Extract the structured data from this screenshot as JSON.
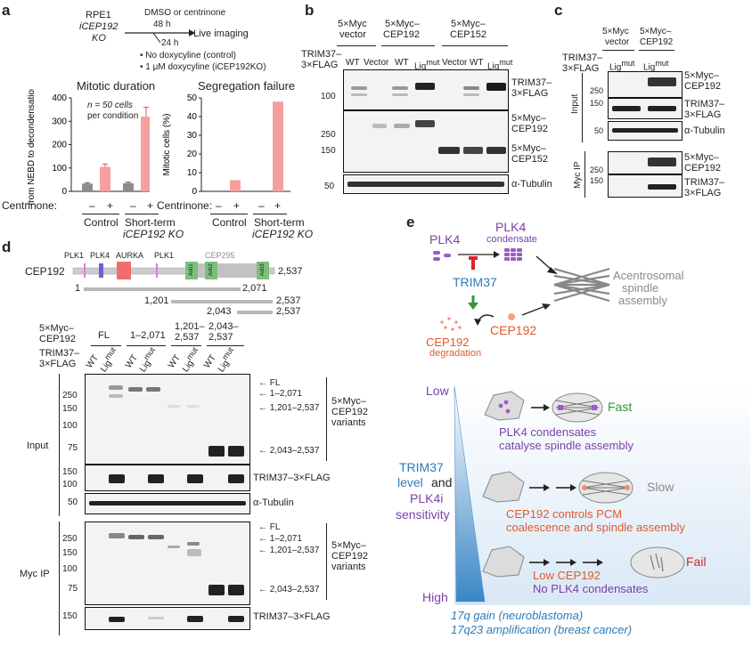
{
  "panel_a": {
    "label": "a",
    "cell_line": [
      "RPE1",
      "iCEP192",
      "KO"
    ],
    "treatment": "DMSO or centrinone",
    "time_48": "48 h",
    "time_24": "24 h",
    "live": "Live imaging",
    "bullet1": "• No doxycyline (control)",
    "bullet2": "• 1 μM doxycyline (iCEP192KO)",
    "chart1_title": "Mitotic duration",
    "chart2_title": "Segregation failure",
    "chart1_ylabel": "Time from NEBD to decondensation (min)",
    "chart2_ylabel": "Mitotic cells (%)",
    "n_note": [
      "n = 50 cells",
      "per condition"
    ],
    "centrinone": "Centrinone:",
    "signs": [
      "–",
      "+",
      "–",
      "+"
    ],
    "group1": "Control",
    "group2a": "Short-term",
    "group2b": "iCEP192 KO"
  },
  "chart_data": [
    {
      "type": "bar",
      "title": "Mitotic duration",
      "ylabel": "Time from NEBD to decondensation (min)",
      "categories": [
        "Control –",
        "Control +",
        "Short-term iCEP192 KO –",
        "Short-term iCEP192 KO +"
      ],
      "values": [
        33,
        105,
        35,
        320
      ],
      "errors": [
        4,
        12,
        4,
        40
      ],
      "colors": [
        "#8c8c8c",
        "#f5a0a0",
        "#8c8c8c",
        "#f5a0a0"
      ],
      "ylim": [
        0,
        400
      ],
      "yticks": [
        0,
        100,
        200,
        300,
        400
      ]
    },
    {
      "type": "bar",
      "title": "Segregation failure",
      "ylabel": "Mitotic cells (%)",
      "categories": [
        "Control –",
        "Control +",
        "Short-term iCEP192 KO –",
        "Short-term iCEP192 KO +"
      ],
      "values": [
        0,
        6,
        0,
        48
      ],
      "colors": [
        "#8c8c8c",
        "#f5a0a0",
        "#8c8c8c",
        "#f5a0a0"
      ],
      "ylim": [
        0,
        50
      ],
      "yticks": [
        0,
        10,
        20,
        30,
        40,
        50
      ]
    }
  ],
  "panel_b": {
    "label": "b",
    "groups": [
      [
        "5×Myc",
        "vector"
      ],
      [
        "5×Myc–",
        "CEP192"
      ],
      [
        "5×Myc–",
        "CEP152"
      ]
    ],
    "trim_label": [
      "TRIM37–",
      "3×FLAG"
    ],
    "lanes": [
      "WT",
      "Vector",
      "WT",
      "Lig",
      "Vector",
      "WT",
      "Lig"
    ],
    "mut": "mut",
    "mw": [
      "100",
      "250",
      "150",
      "50"
    ],
    "right": [
      "TRIM37–",
      "3×FLAG",
      "5×Myc–",
      "CEP192",
      "5×Myc–",
      "CEP152",
      "α-Tubulin"
    ]
  },
  "panel_c": {
    "label": "c",
    "groups": [
      [
        "5×Myc",
        "vector"
      ],
      [
        "5×Myc–",
        "CEP192"
      ]
    ],
    "trim_label": [
      "TRIM37–",
      "3×FLAG"
    ],
    "lane": "Lig",
    "mut": "mut",
    "input": "Input",
    "myc_ip": "Myc IP",
    "mw": [
      "250",
      "150",
      "50",
      "250",
      "150"
    ],
    "right": [
      "5×Myc–",
      "CEP192",
      "TRIM37–",
      "3×FLAG",
      "α-Tubulin",
      "5×Myc–",
      "CEP192",
      "TRIM37–",
      "3×FLAG"
    ]
  },
  "panel_d": {
    "label": "d",
    "protein": "CEP192",
    "domains": [
      "PLK1",
      "PLK4",
      "AURKA",
      "PLK1",
      "CEP295",
      "Ash1",
      "Ash2",
      "Ash3"
    ],
    "length": "2,537",
    "constructs": [
      {
        "start": "1",
        "end": "2,071"
      },
      {
        "start": "1,201",
        "end": "2,537"
      },
      {
        "start": "2,043",
        "end": "2,537"
      }
    ],
    "myc_label": [
      "5×Myc–",
      "CEP192"
    ],
    "trim_label": [
      "TRIM37–",
      "3×FLAG"
    ],
    "cols": [
      "FL",
      "1–2,071",
      "1,201–",
      "2,537",
      "2,043–",
      "2,537"
    ],
    "lanes": [
      "WT",
      "Lig",
      "WT",
      "Lig",
      "WT",
      "Lig",
      "WT",
      "Lig"
    ],
    "mut": "mut",
    "input": "Input",
    "myc_ip": "Myc IP",
    "mw_in": [
      "250",
      "150",
      "100",
      "75"
    ],
    "mw_trim": [
      "150",
      "100"
    ],
    "mw_tub": "50",
    "mw_ip": [
      "250",
      "150",
      "100",
      "75"
    ],
    "arrows": [
      "FL",
      "1–2,071",
      "1,201–2,537",
      "2,043–2,537"
    ],
    "variants": [
      "5×Myc–",
      "CEP192",
      "variants"
    ],
    "trim": "TRIM37–3×FLAG",
    "tubulin": "α-Tubulin"
  },
  "panel_e": {
    "label": "e",
    "plk4": "PLK4",
    "plk4_cond": [
      "PLK4",
      "condensate"
    ],
    "trim37": "TRIM37",
    "acentro": [
      "Acentrosomal",
      "spindle",
      "assembly"
    ],
    "cep192": "CEP192",
    "cep192_deg": [
      "CEP192",
      "degradation"
    ],
    "low": "Low",
    "high": "High",
    "level1": "TRIM37",
    "level2": "level",
    "level_and": "and",
    "level3": "PLK4i",
    "level4": "sensitivity",
    "fast": "Fast",
    "slow": "Slow",
    "fail": "Fail",
    "fast_desc": [
      "PLK4 condensates",
      "catalyse spindle assembly"
    ],
    "slow_desc": [
      "CEP192 controls PCM",
      "coalescence and spindle assembly"
    ],
    "fail_desc": [
      "Low CEP192",
      "No PLK4 condensates"
    ],
    "foot1": "17q gain (neuroblastoma)",
    "foot2": "17q23 amplification (breast cancer)",
    "colors": {
      "purple": "#7b3fa8",
      "orange": "#e05a2c",
      "blue": "#2d7bb6",
      "green": "#2e9a3b",
      "red": "#d8262e"
    }
  }
}
